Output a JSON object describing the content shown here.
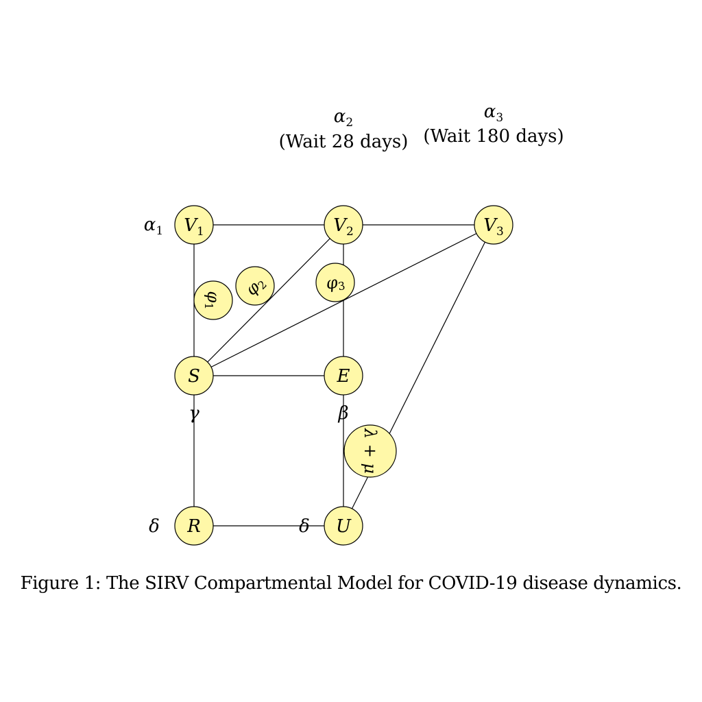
{
  "nodes": {
    "V1": {
      "main": "V",
      "sub": "1"
    },
    "V2": {
      "main": "V",
      "sub": "2"
    },
    "V3": {
      "main": "V",
      "sub": "3"
    },
    "S": {
      "main": "S"
    },
    "E": {
      "main": "E"
    },
    "R": {
      "main": "R"
    },
    "U": {
      "main": "U"
    }
  },
  "rates": {
    "phi1": {
      "main": "φ",
      "sub": "1"
    },
    "phi2": {
      "main": "φ",
      "sub": "2"
    },
    "phi3": {
      "main": "φ",
      "sub": "3"
    },
    "lambda_mu": {
      "text": "λ + μ"
    }
  },
  "labels": {
    "alpha1": {
      "main": "α",
      "sub": "1"
    },
    "alpha2": {
      "main": "α",
      "sub": "2",
      "note": "(Wait 28 days)"
    },
    "alpha3": {
      "main": "α",
      "sub": "3",
      "note": "(Wait 180 days)"
    },
    "gamma": "γ",
    "beta": "β",
    "delta_left": "δ",
    "delta_mid": "δ"
  },
  "caption": "Figure 1: The SIRV Compartmental Model for COVID-19 disease dynamics.",
  "colors": {
    "node_fill": "#fff8a8",
    "stroke": "#000000"
  }
}
